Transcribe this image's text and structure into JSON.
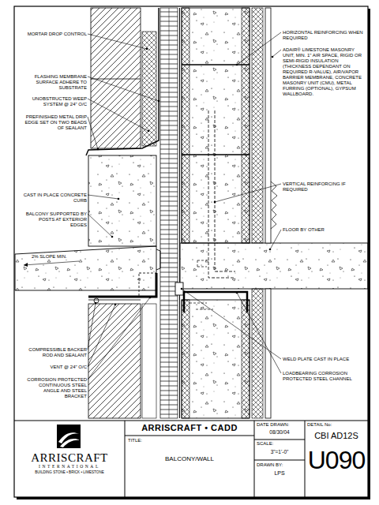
{
  "diagram": {
    "nodes": [
      {
        "text": [
          "ARRISCRAFT",
          "INTERNATIONAL",
          "BUILDING STONE • BRICK • LIMESTONE"
        ]
      },
      {
        "text": [
          "ARRISCRAFT • CADD"
        ]
      },
      {
        "text": [
          "TITLE:",
          "BALCONY/WALL"
        ]
      },
      {
        "text": [
          "DATE DRAWN:",
          "08/30/04"
        ]
      },
      {
        "text": [
          "SCALE:",
          "3\"=1'-0\""
        ]
      },
      {
        "text": [
          "DRAWN BY:",
          "LPS"
        ]
      },
      {
        "text": [
          "DETAIL No:",
          "CBI AD12S",
          "U090"
        ]
      }
    ],
    "labels": [
      "MORTAR DROP CONTROL",
      "FLASHING MEMBRANE SURFACE ADHERE TO SUBSTRATE",
      "UNOBSTRUCTED WEEP SYSTEM @ 24\" O/C",
      "PREFINISHED METAL DRIP EDGE SET ON TWO BEADS OF SEALANT",
      "CAST IN PLACE CONCRETE CURB",
      "BALCONY SUPPORTED BY POSTS AT EXTERIOR EDGES",
      "2% SLOPE MIN.",
      "COMPRESSIBLE BACKER ROD AND SEALANT",
      "VENT @ 24\" O/C",
      "CORROSION PROTECTED CONTINUOUS STEEL ANGLE AND STEEL BRACKET",
      "HORIZONTAL REINFORCING WHEN REQUIRED",
      "ADAIR® LIMESTONE MASONRY UNIT, MIN. 1\" AIR SPACE, RIGID OR SEMI-RIGID INSULATION (THICKNESS DEPENDANT ON REQUIRED R-VALUE), AIR/VAPOR BARRIER MEMBRANE, CONCRETE MASONRY UNIT (CMU), METAL FURRING (OPTIONAL), GYPSUM WALLBOARD.",
      "VERTICAL REINFORCING IF REQUIRED",
      "FLOOR BY OTHER",
      "WELD PLATE CAST IN PLACE",
      "LOADBEARING CORROSION PROTECTED STEEL CHANNEL"
    ]
  }
}
